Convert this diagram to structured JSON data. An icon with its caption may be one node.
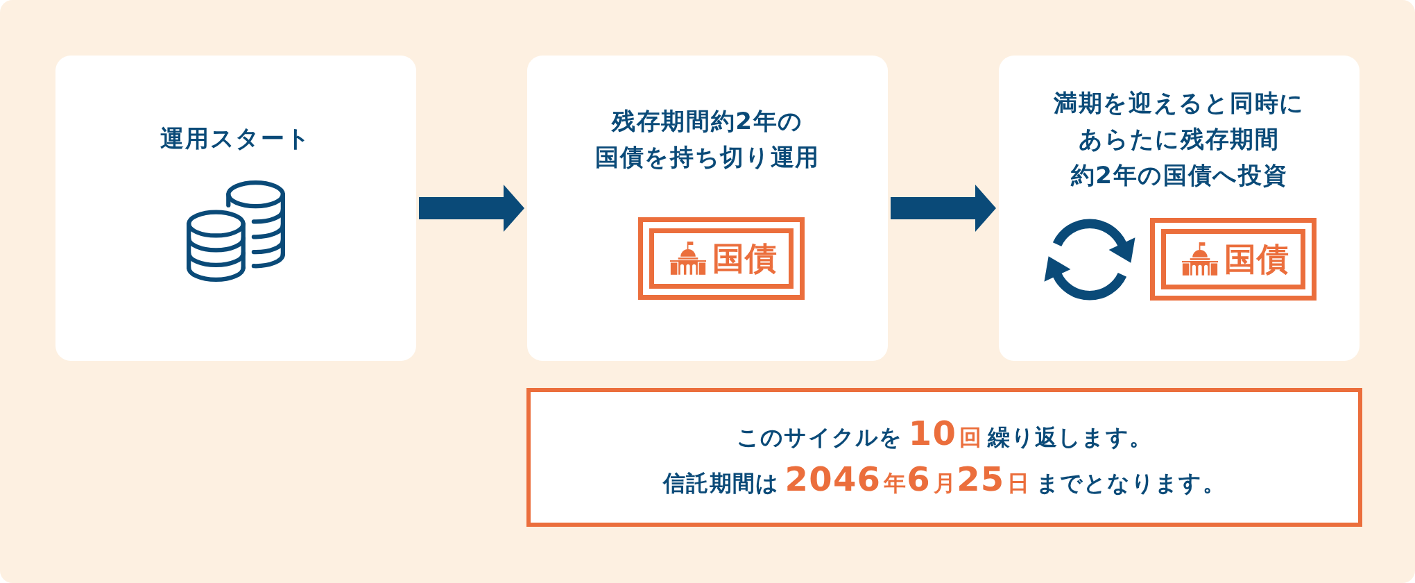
{
  "diagram": {
    "nodes": [
      {
        "text": [
          "運用スタート"
        ]
      },
      {
        "text": [
          "残存期間約2年の国債を持ち切り運用"
        ]
      },
      {
        "text": [
          "国債"
        ],
        "in": 1
      },
      {
        "text": [
          "満期を迎えると同時にあらたに残存期間約2年の国債へ投資"
        ]
      },
      {
        "text": [
          "国債"
        ],
        "in": 3
      },
      {
        "text": [
          "このサイクルを**10回**繰り返します。",
          "信託期間は**2046年6月25日**までとなります。"
        ]
      }
    ],
    "edges": [
      {
        "from": 0,
        "to": 1,
        "arrow": "to"
      },
      {
        "from": 1,
        "to": 3,
        "arrow": "to"
      }
    ]
  }
}
